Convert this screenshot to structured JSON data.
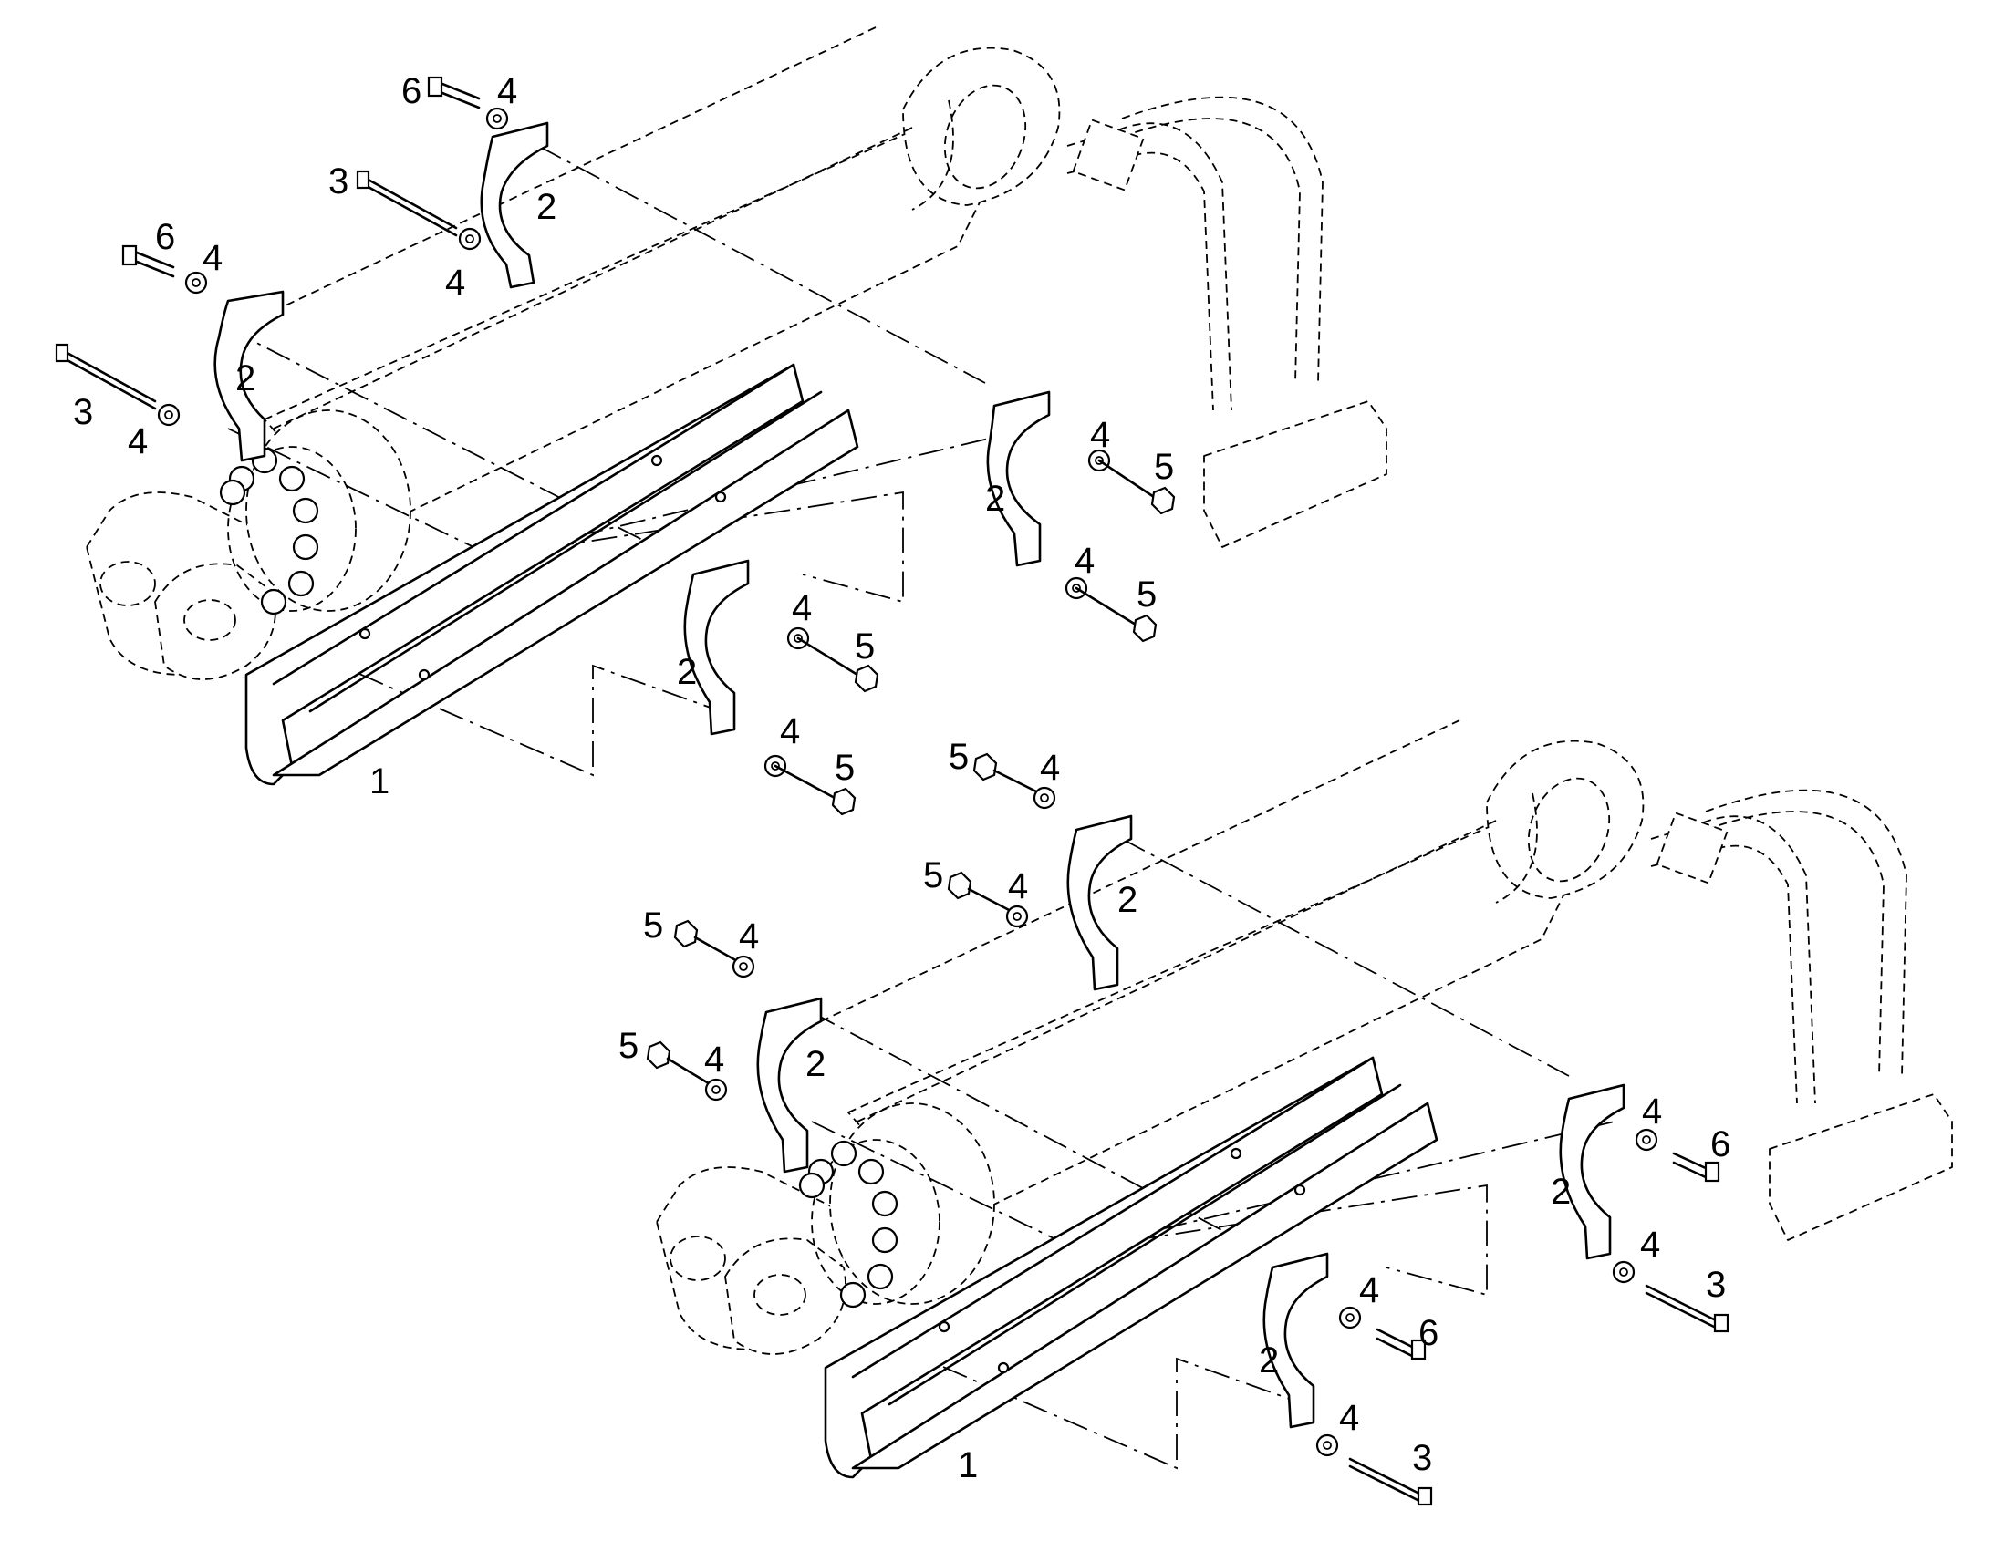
{
  "diagram": {
    "callouts": {
      "top_assembly": {
        "guard": "1",
        "clamp_upper_left": "2",
        "clamp_lower_left": "2",
        "clamp_center": "2",
        "clamp_right": "2",
        "bolt_long_upper": "3",
        "bolt_long_lower": "3",
        "washer_upper_a": "4",
        "washer_upper_b": "4",
        "washer_lower_a": "4",
        "washer_lower_b": "4",
        "washer_right_a": "4",
        "washer_right_b": "4",
        "washer_center_a": "4",
        "washer_center_b": "4",
        "nut_right_a": "5",
        "nut_right_b": "5",
        "nut_center_a": "5",
        "nut_center_b": "5",
        "bolt_short_upper": "6",
        "bolt_short_lower": "6"
      },
      "bottom_assembly": {
        "guard": "1",
        "clamp_upper": "2",
        "clamp_left": "2",
        "clamp_center": "2",
        "clamp_right": "2",
        "bolt_long_center": "3",
        "bolt_long_right": "3",
        "washer_upper_a": "4",
        "washer_upper_b": "4",
        "washer_left_a": "4",
        "washer_left_b": "4",
        "washer_center_a": "4",
        "washer_center_b": "4",
        "washer_right_a": "4",
        "washer_right_b": "4",
        "nut_upper_a": "5",
        "nut_upper_b": "5",
        "nut_left_a": "5",
        "nut_left_b": "5",
        "bolt_short_center": "6",
        "bolt_short_right": "6"
      }
    }
  }
}
